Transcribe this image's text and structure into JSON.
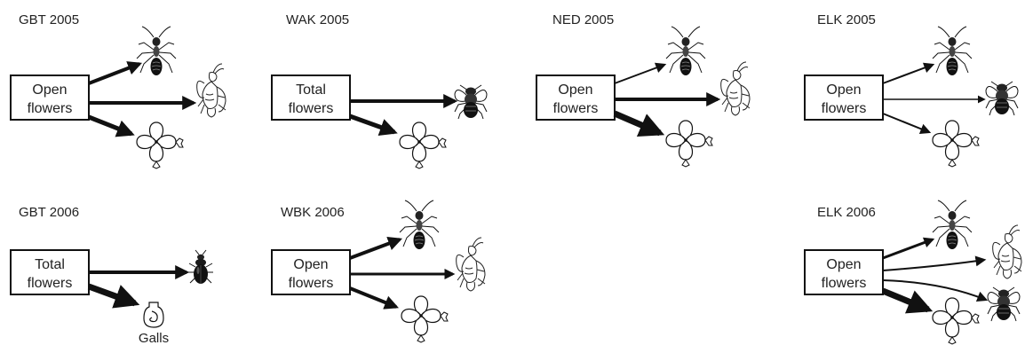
{
  "panels": [
    {
      "id": "gbt-2005",
      "title": "GBT 2005",
      "box_line1": "Open",
      "box_line2": "flowers",
      "targets": [
        "ant",
        "wasp",
        "flower"
      ]
    },
    {
      "id": "wak-2005",
      "title": "WAK 2005",
      "box_line1": "Total",
      "box_line2": "flowers",
      "targets": [
        "fly",
        "flower"
      ]
    },
    {
      "id": "ned-2005",
      "title": "NED 2005",
      "box_line1": "Open",
      "box_line2": "flowers",
      "targets": [
        "ant",
        "wasp",
        "flower"
      ]
    },
    {
      "id": "elk-2005",
      "title": "ELK 2005",
      "box_line1": "Open",
      "box_line2": "flowers",
      "targets": [
        "ant",
        "fly",
        "flower"
      ]
    },
    {
      "id": "gbt-2006",
      "title": "GBT 2006",
      "box_line1": "Total",
      "box_line2": "flowers",
      "targets": [
        "beetle",
        "gall"
      ]
    },
    {
      "id": "wbk-2006",
      "title": "WBK 2006",
      "box_line1": "Open",
      "box_line2": "flowers",
      "targets": [
        "ant",
        "wasp",
        "flower"
      ]
    },
    {
      "id": "elk-2006",
      "title": "ELK 2006",
      "box_line1": "Open",
      "box_line2": "flowers",
      "targets": [
        "ant",
        "wasp",
        "fly",
        "flower"
      ]
    }
  ],
  "gall_label": "Galls",
  "icons": [
    "ant-icon",
    "wasp-icon",
    "fly-icon",
    "flower-icon",
    "beetle-icon",
    "gall-icon"
  ],
  "colors": {
    "ink": "#111111",
    "text": "#222222",
    "background": "#ffffff"
  }
}
